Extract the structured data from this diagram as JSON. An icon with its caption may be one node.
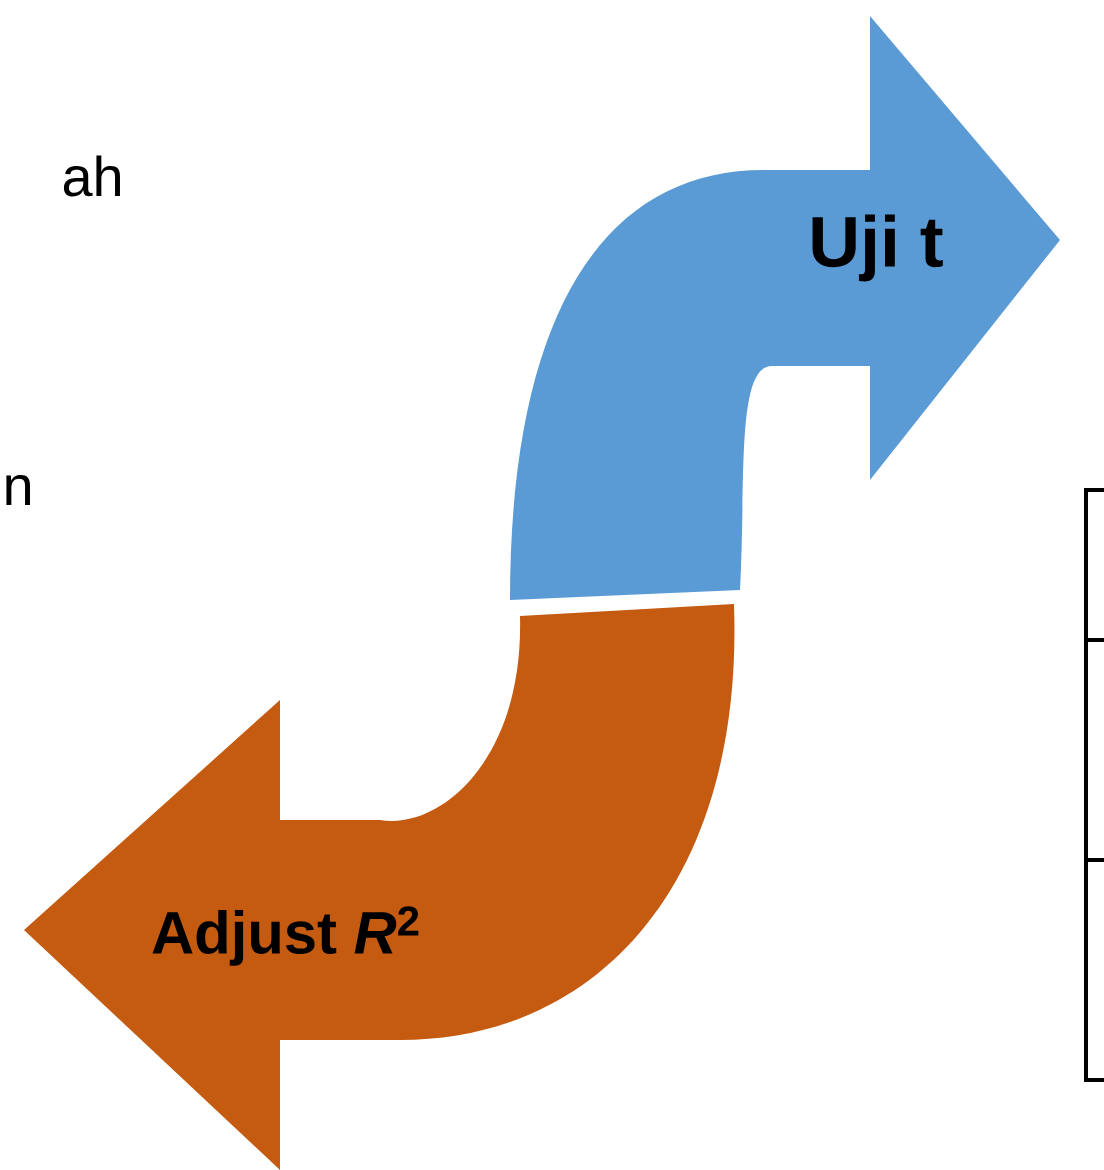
{
  "diagram": {
    "nodes": [
      {
        "text": [
          "Uji t"
        ]
      },
      {
        "text": [
          "Adjust *R*$^{2}$"
        ]
      }
    ],
    "labels": [
      "ah",
      "n"
    ]
  }
}
